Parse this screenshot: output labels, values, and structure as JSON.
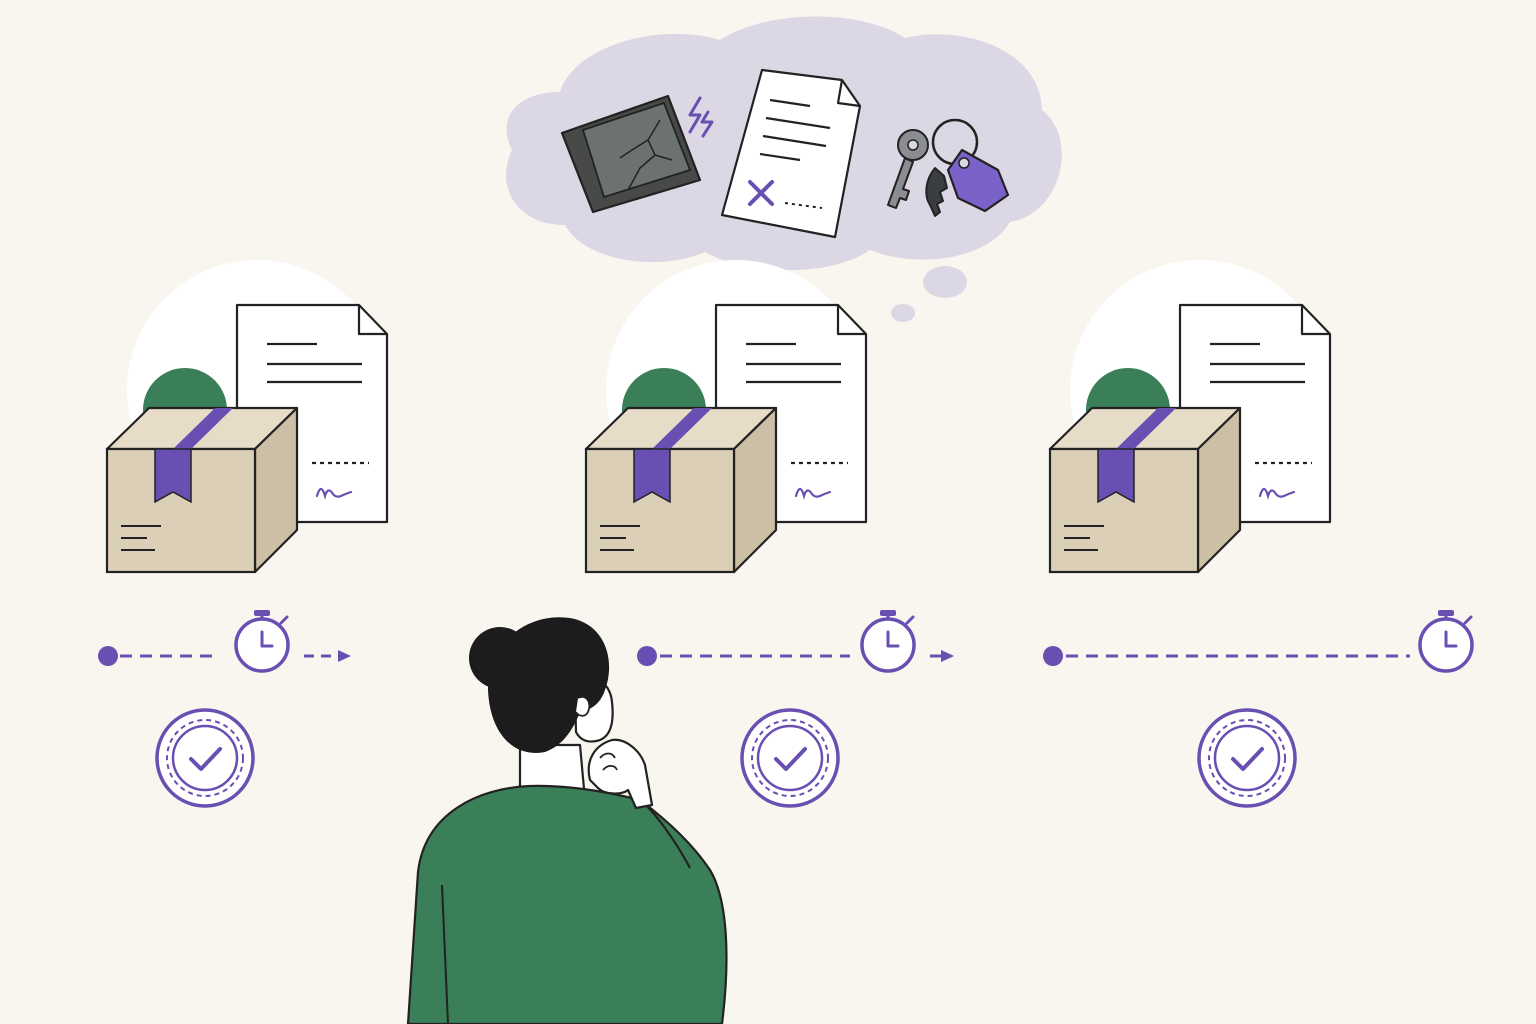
{
  "colors": {
    "background": "#f8f6ef",
    "halo": "#ffffff",
    "cloud": "#dcd7e4",
    "purple": "#6a4fb2",
    "purple_light": "#7a62c9",
    "green": "#3a7f57",
    "cardboard": "#dccfb8",
    "cardboard_side": "#cdbfa5",
    "cardboard_top": "#e6dcc8",
    "paper": "#ffffff",
    "ink": "#222222",
    "tablet": "#474a47",
    "tablet_screen": "#6c736e",
    "key_grey": "#8a8d91",
    "key_dark": "#3b3e41",
    "skin": "#ffffff",
    "hair": "#1c1c1c"
  },
  "scene": {
    "packages": [
      {
        "id": "package-1",
        "icons": [
          "box-icon",
          "document-icon",
          "green-circle-icon"
        ],
        "timeline": "arrow",
        "badge": "check-badge-icon"
      },
      {
        "id": "package-2",
        "icons": [
          "box-icon",
          "document-icon",
          "green-circle-icon"
        ],
        "timeline": "arrow",
        "badge": "check-badge-icon"
      },
      {
        "id": "package-3",
        "icons": [
          "box-icon",
          "document-icon",
          "green-circle-icon"
        ],
        "timeline": "end",
        "badge": "check-badge-icon"
      }
    ],
    "thought_bubble": [
      "broken-tablet-icon",
      "unsigned-contract-icon",
      "keys-icon"
    ],
    "person": "thinking-person"
  }
}
